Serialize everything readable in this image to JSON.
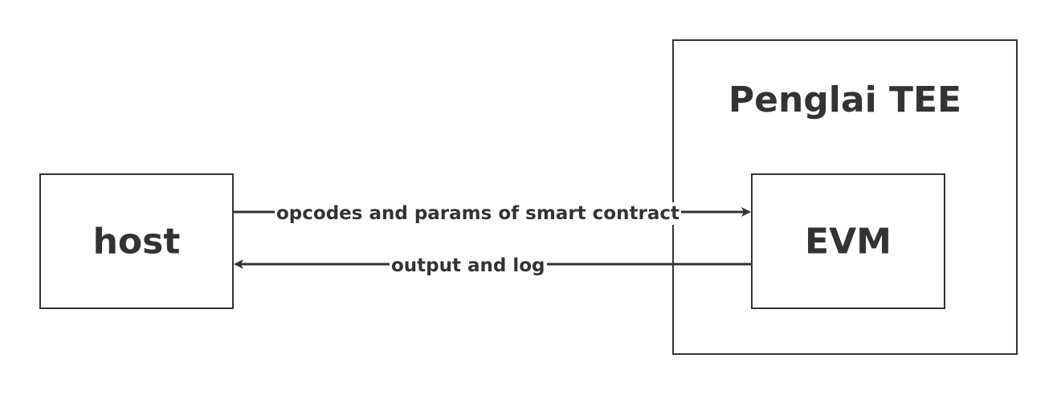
{
  "nodes": {
    "host": {
      "label": "host"
    },
    "tee": {
      "label": "Penglai TEE"
    },
    "evm": {
      "label": "EVM"
    }
  },
  "edges": {
    "request": {
      "label": "opcodes and params of smart contract",
      "from": "host",
      "to": "evm"
    },
    "response": {
      "label": "output and log",
      "from": "evm",
      "to": "host"
    }
  },
  "colors": {
    "stroke": "#333333",
    "background": "#ffffff"
  }
}
